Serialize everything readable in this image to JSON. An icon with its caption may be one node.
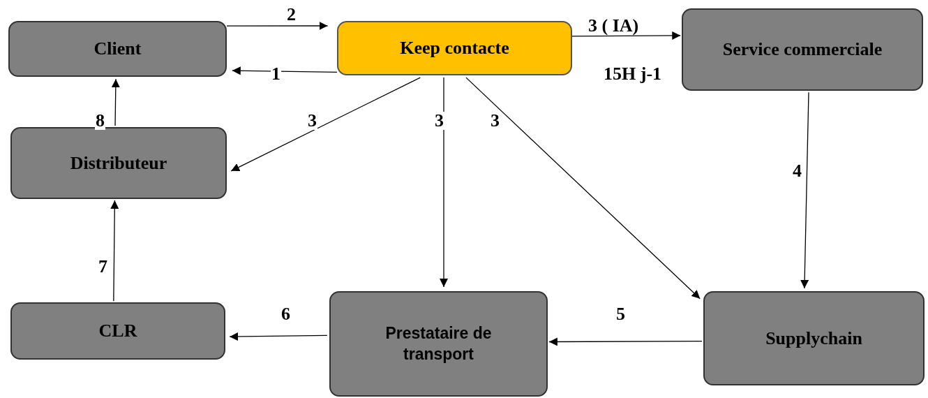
{
  "diagram": {
    "nodes": [
      {
        "text": [
          "Client"
        ]
      },
      {
        "text": [
          "Keep contacte"
        ]
      },
      {
        "text": [
          "Service commerciale"
        ]
      },
      {
        "text": [
          "Distributeur"
        ]
      },
      {
        "text": [
          "CLR"
        ]
      },
      {
        "text": [
          "Prestataire de transport"
        ]
      },
      {
        "text": [
          "Supplychain"
        ]
      }
    ],
    "edges": [
      {
        "from": 0,
        "to": 1,
        "arrow": "to",
        "label": "2"
      },
      {
        "from": 1,
        "to": 0,
        "arrow": "to",
        "label": "1"
      },
      {
        "from": 1,
        "to": 2,
        "arrow": "to",
        "label": "3 ( IA)"
      },
      {
        "from": 1,
        "to": 3,
        "arrow": "to",
        "label": "3"
      },
      {
        "from": 1,
        "to": 5,
        "arrow": "to",
        "label": "3"
      },
      {
        "from": 1,
        "to": 6,
        "arrow": "to",
        "label": "3"
      },
      {
        "from": 2,
        "to": 6,
        "arrow": "to",
        "label": "4"
      },
      {
        "from": 6,
        "to": 5,
        "arrow": "to",
        "label": "5"
      },
      {
        "from": 5,
        "to": 4,
        "arrow": "to",
        "label": "6"
      },
      {
        "from": 4,
        "to": 3,
        "arrow": "to",
        "label": "7"
      },
      {
        "from": 3,
        "to": 0,
        "arrow": "to",
        "label": "8"
      }
    ],
    "labels": [
      "15H j-1"
    ]
  }
}
